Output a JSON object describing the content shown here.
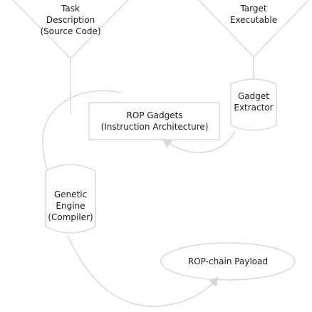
{
  "nodes": {
    "task_description": [
      "Task",
      "Description",
      "(Source Code)"
    ],
    "target_executable": [
      "Target",
      "Executable"
    ],
    "gadget_extractor": [
      "Gadget",
      "Extractor"
    ],
    "rop_gadgets": [
      "ROP Gadgets",
      "(Instruction Architecture)"
    ],
    "genetic_engine": [
      "Genetic",
      "Engine",
      "(Compiler)"
    ],
    "rop_chain_payload": [
      "ROP-chain Payload"
    ]
  },
  "colors": {
    "stroke": "#d9d9d9",
    "text": "#1a1a1a",
    "background": "#ffffff"
  }
}
